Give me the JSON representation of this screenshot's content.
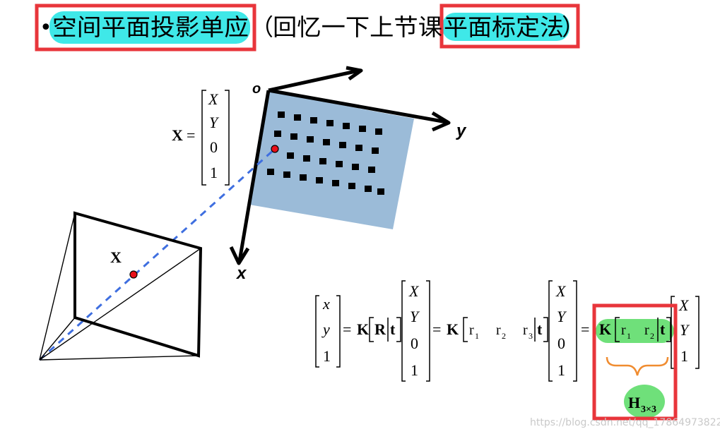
{
  "header": {
    "bullet": "•",
    "topic": "空间平面投影单应",
    "paren_open": "（",
    "recall": "回忆一下上节课",
    "method": "平面标定法",
    "paren_close": "）"
  },
  "diagram": {
    "world_point": {
      "label": "X",
      "eq": "=",
      "entries": [
        "X",
        "Y",
        "0",
        "1"
      ]
    },
    "image_point_label": "X",
    "origin_label": "o",
    "y_axis_label": "y",
    "x_axis_label": "x"
  },
  "equation": {
    "lhs": [
      "x",
      "y",
      "1"
    ],
    "eq": "=",
    "K": "K",
    "R": "R",
    "t": "t",
    "r1": "r",
    "r1_sub": "1",
    "r2": "r",
    "r2_sub": "2",
    "r3": "r",
    "r3_sub": "3",
    "vec4": [
      "X",
      "Y",
      "0",
      "1"
    ],
    "vec3": [
      "X",
      "Y",
      "1"
    ],
    "H": "H",
    "H_sub": "3×3"
  },
  "watermark": "https://blog.csdn.net/qq_17864973822",
  "colors": {
    "cyan_highlight": "#3fe8e8",
    "red_box": "#e8353b",
    "green_highlight": "#6fe07a",
    "plane_blue": "#9bbbd8",
    "dash_blue": "#3f6fe0",
    "point_red": "#e8101a",
    "brace_orange": "#f08c30"
  }
}
